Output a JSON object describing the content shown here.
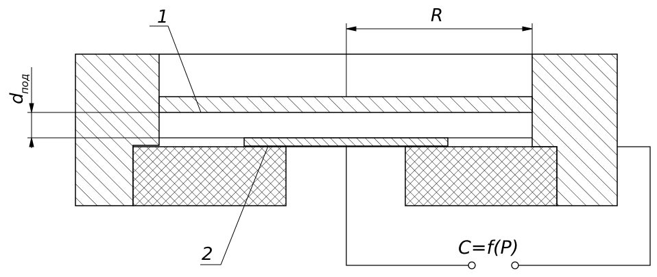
{
  "labels": {
    "part_1": "1",
    "part_2": "2",
    "radius": "R",
    "gap_d": "d",
    "gap_sub": "под",
    "formula": "C=f(P)"
  },
  "colors": {
    "line": "#000000",
    "background": "#ffffff"
  }
}
